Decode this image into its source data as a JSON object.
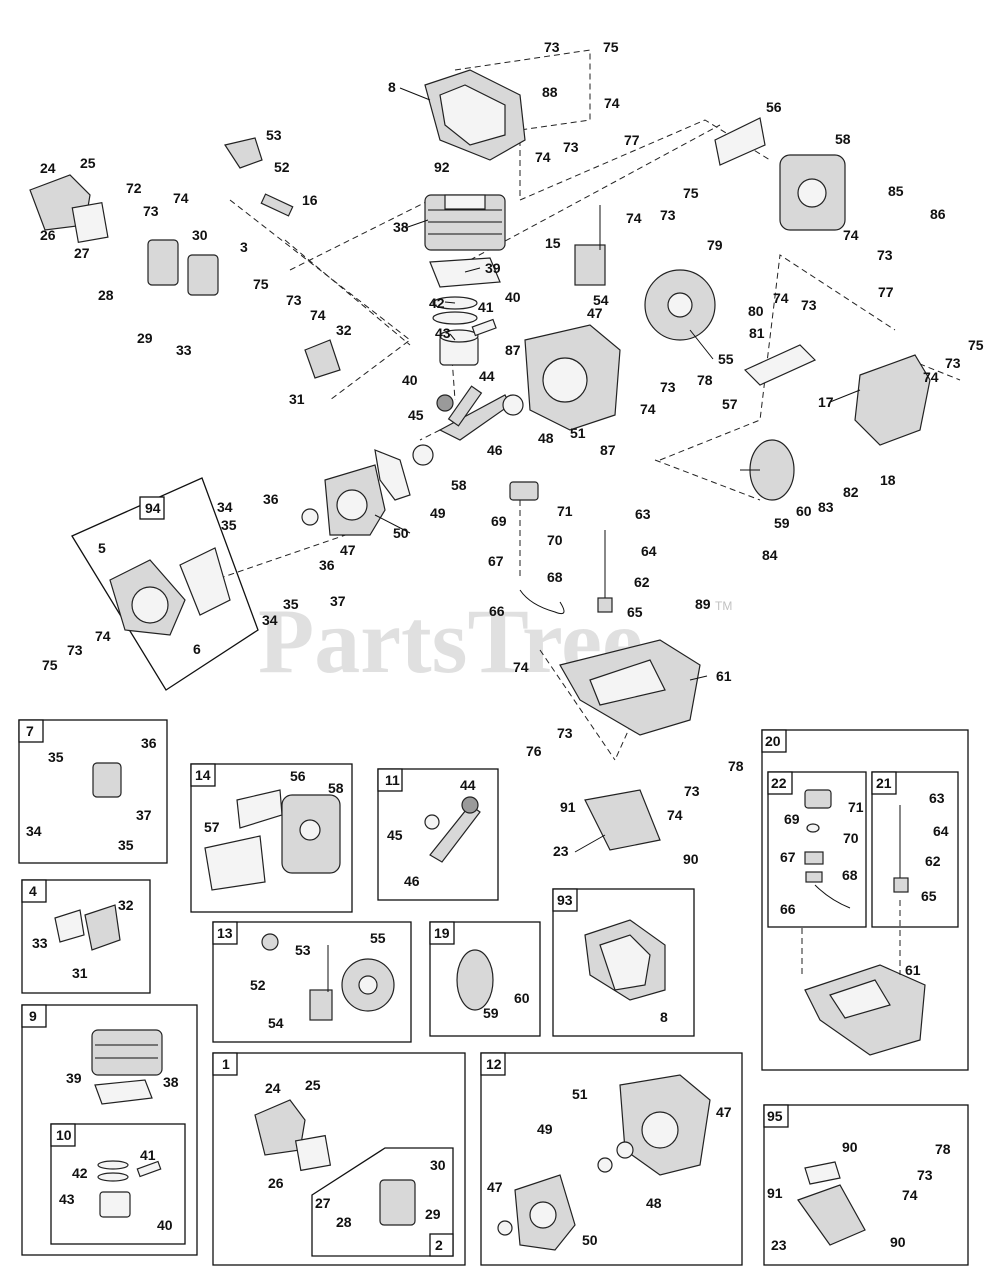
{
  "watermark": {
    "text": "PartsTree",
    "trademark": "TM"
  },
  "main_callouts": [
    "1",
    "2",
    "3",
    "4",
    "5",
    "6",
    "7",
    "8",
    "9",
    "10",
    "11",
    "12",
    "13",
    "14",
    "15",
    "16",
    "17",
    "18",
    "19",
    "20",
    "21",
    "22",
    "23",
    "24",
    "25",
    "26",
    "27",
    "28",
    "29",
    "30",
    "31",
    "32",
    "33",
    "34",
    "35",
    "36",
    "37",
    "38",
    "39",
    "40",
    "41",
    "42",
    "43",
    "44",
    "45",
    "46",
    "47",
    "48",
    "49",
    "50",
    "51",
    "52",
    "53",
    "54",
    "55",
    "56",
    "57",
    "58",
    "59",
    "60",
    "61",
    "62",
    "63",
    "64",
    "65",
    "66",
    "67",
    "68",
    "69",
    "70",
    "71",
    "72",
    "73",
    "74",
    "75",
    "76",
    "77",
    "78",
    "79",
    "80",
    "81",
    "82",
    "83",
    "84",
    "85",
    "86",
    "87",
    "88",
    "89",
    "90",
    "91",
    "92",
    "93",
    "94",
    "95"
  ],
  "kits": {
    "k94": {
      "tag": "94",
      "labels": [
        "5",
        "6",
        "73",
        "74",
        "75"
      ]
    },
    "k7": {
      "tag": "7",
      "labels": [
        "35",
        "36",
        "37",
        "34",
        "35"
      ]
    },
    "k14": {
      "tag": "14",
      "labels": [
        "56",
        "58",
        "57"
      ]
    },
    "k11": {
      "tag": "11",
      "labels": [
        "44",
        "45",
        "46"
      ]
    },
    "k20": {
      "tag": "20",
      "labels": [
        "61"
      ]
    },
    "k22": {
      "tag": "22",
      "labels": [
        "71",
        "69",
        "70",
        "67",
        "68",
        "66"
      ]
    },
    "k21": {
      "tag": "21",
      "labels": [
        "63",
        "64",
        "62",
        "65"
      ]
    },
    "k4": {
      "tag": "4",
      "labels": [
        "32",
        "33",
        "31"
      ]
    },
    "k13": {
      "tag": "13",
      "labels": [
        "53",
        "55",
        "52",
        "54"
      ]
    },
    "k19": {
      "tag": "19",
      "labels": [
        "60",
        "59"
      ]
    },
    "k93": {
      "tag": "93",
      "labels": [
        "8"
      ]
    },
    "k9": {
      "tag": "9",
      "labels": [
        "39",
        "38"
      ]
    },
    "k10": {
      "tag": "10",
      "labels": [
        "41",
        "42",
        "43",
        "40"
      ]
    },
    "k1": {
      "tag": "1",
      "labels": [
        "24",
        "25",
        "26",
        "30",
        "27",
        "28",
        "29"
      ]
    },
    "k2": {
      "tag": "2"
    },
    "k12": {
      "tag": "12",
      "labels": [
        "51",
        "47",
        "49",
        "48",
        "47",
        "50"
      ]
    },
    "k95": {
      "tag": "95",
      "labels": [
        "90",
        "78",
        "73",
        "91",
        "74",
        "23",
        "90"
      ]
    }
  }
}
